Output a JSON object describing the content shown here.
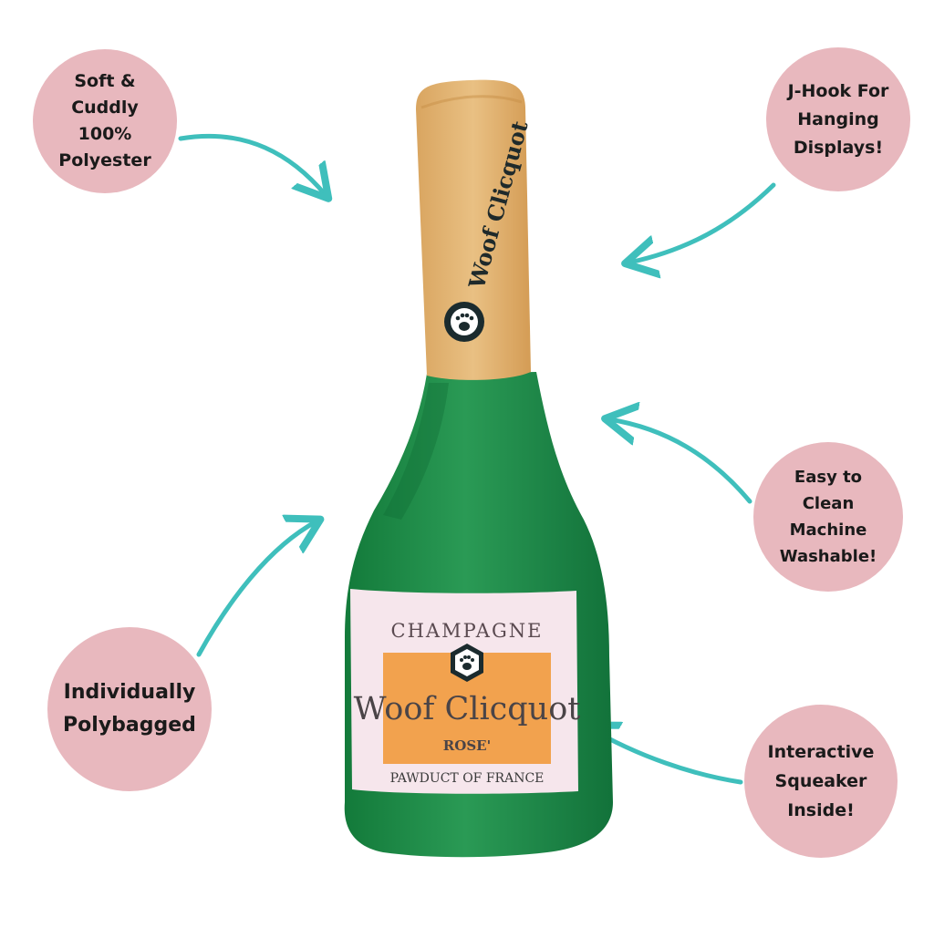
{
  "callouts": {
    "soft": [
      "Soft &",
      "Cuddly",
      "100%",
      "Polyester"
    ],
    "jhook": [
      "J-Hook For",
      "Hanging",
      "Displays!"
    ],
    "clean": [
      "Easy to",
      "Clean",
      "Machine",
      "Washable!"
    ],
    "bagged": [
      "Individually",
      "Polybagged"
    ],
    "squeak": [
      "Interactive",
      "Squeaker",
      "Inside!"
    ]
  },
  "bottle": {
    "neck_brand": "Woof Clicquot",
    "label_top": "CHAMPAGNE",
    "label_brand": "Woof Clicquot",
    "label_variety": "ROSE'",
    "label_bottom": "PAWDUCT OF FRANCE"
  },
  "colors": {
    "callout_bg": "#e8b8be",
    "arrow": "#3fbfbc",
    "bottle_green": "#1f8a48",
    "cap_tan": "#e1b472",
    "label_pink": "#f6e6ec",
    "label_orange": "#f2a24e"
  }
}
